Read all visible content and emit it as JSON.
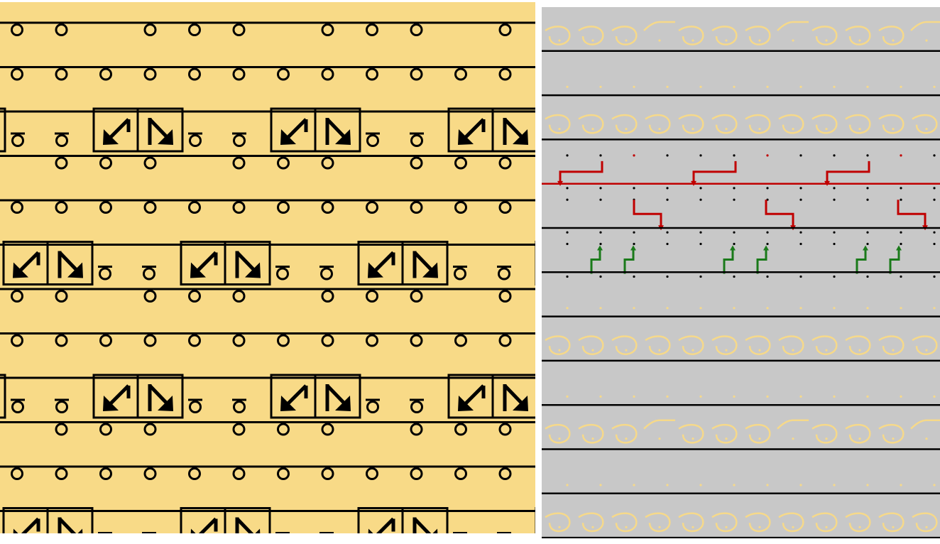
{
  "left_panel": {
    "background_color": "#f8da87",
    "line_color": "#000000",
    "row_pattern": [
      {
        "kind": "ring",
        "slots": [
          1,
          1,
          0,
          1,
          1,
          1,
          0,
          1,
          1,
          1,
          0,
          1
        ]
      },
      {
        "kind": "ring",
        "slots": [
          1,
          1,
          1,
          1,
          1,
          1,
          1,
          1,
          1,
          1,
          1,
          1
        ]
      },
      {
        "kind": "box",
        "phase": 0
      },
      {
        "kind": "ring",
        "slots": [
          0,
          1,
          1,
          1,
          0,
          1,
          1,
          1,
          0,
          1,
          1,
          1
        ]
      },
      {
        "kind": "ring",
        "slots": [
          1,
          1,
          1,
          1,
          1,
          1,
          1,
          1,
          1,
          1,
          1,
          1
        ]
      },
      {
        "kind": "box",
        "phase": 1
      }
    ]
  },
  "right_panel": {
    "background_color": "#c8c8c8",
    "loop_color": "#f6d98a",
    "line_color": "#000000",
    "highlight_line_color": "#c00000",
    "red_arrow_color": "#c00000",
    "green_arrow_color": "#1a7a1a",
    "dot_color": "#000000",
    "row_sequence": [
      "loops-mixed",
      "dots",
      "loops-full",
      "red-down-left",
      "red-down-right",
      "green-up",
      "dots",
      "loops-full",
      "dots",
      "loops-mixed",
      "dots",
      "loops-full"
    ]
  }
}
